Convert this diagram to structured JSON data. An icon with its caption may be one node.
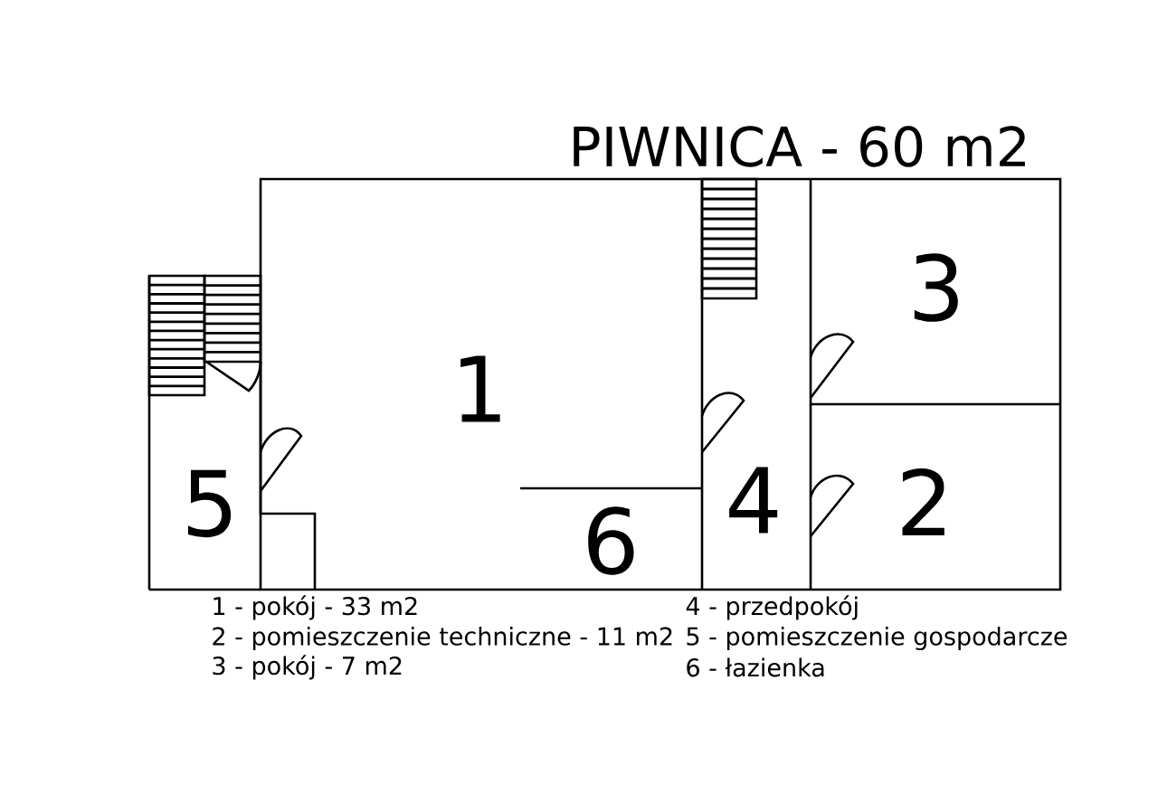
{
  "diagram": {
    "title": "PIWNICA - 60 m2",
    "labels": [
      "3",
      "1",
      "5",
      "4",
      "2",
      "6",
      "1 - pokój - 33 m2",
      "4 - przedpokój",
      "2 - pomieszczenie techniczne - 11 m2",
      "5 - pomieszczenie gospodarcze",
      "3 - pokój - 7 m2",
      "6 - łazienka"
    ]
  }
}
